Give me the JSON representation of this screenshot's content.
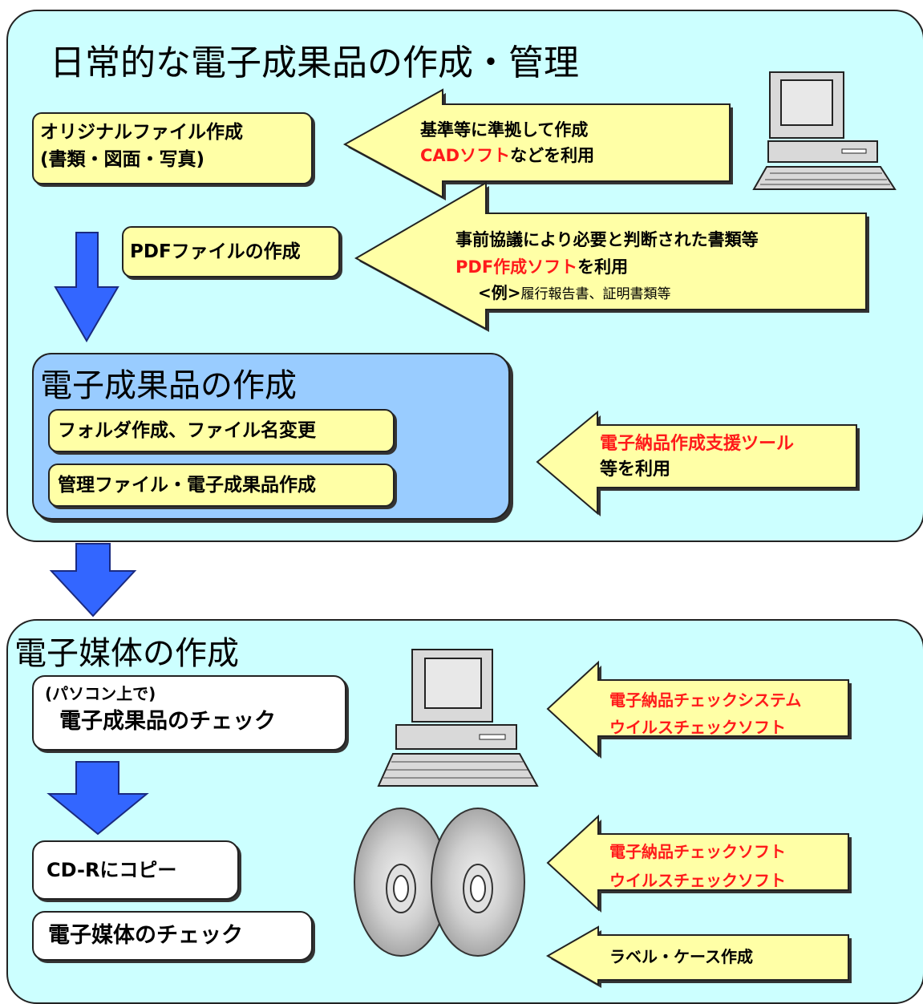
{
  "section1": {
    "title": "日常的な電子成果品の作成・管理",
    "original_file_box": {
      "line1": "オリジナルファイル作成",
      "line2": "(書類・図面・写真)"
    },
    "arrow1": {
      "line1": "基準等に準拠して作成",
      "line2_red": "CADソフト",
      "line2_rest": "などを利用"
    },
    "pdf_box": "PDFファイルの作成",
    "arrow2": {
      "line1": "事前協議により必要と判断された書類等",
      "line2_red": "PDF作成ソフト",
      "line2_rest": "を利用",
      "example_tag": "<例>",
      "example_text": "履行報告書、証明書類等"
    },
    "deliverable_panel": {
      "title": "電子成果品の作成",
      "item1": "フォルダ作成、ファイル名変更",
      "item2": "管理ファイル・電子成果品作成"
    },
    "arrow3": {
      "line1_red": "電子納品作成支援ツール",
      "line2": "等を利用"
    }
  },
  "section2": {
    "title": "電子媒体の作成",
    "check_box": {
      "line1": "(パソコン上で)",
      "line2": "電子成果品のチェック"
    },
    "copy_box": "CD-Rにコピー",
    "media_check_box": "電子媒体のチェック",
    "arrow4": {
      "line1": "電子納品チェックシステム",
      "line2": "ウイルスチェックソフト"
    },
    "arrow5": {
      "line1": "電子納品チェックソフト",
      "line2": "ウイルスチェックソフト"
    },
    "arrow6": {
      "line1": "ラベル・ケース作成"
    }
  },
  "colors": {
    "panel_bg": "#ccffff",
    "yellow": "#ffffa6",
    "blue_arrow": "#3366ff",
    "deliverable_bg": "#99ccff",
    "red_text": "#ff1a1a"
  },
  "icons": [
    "computer-icon",
    "cd-disc-icon",
    "down-arrow-icon",
    "left-arrow-icon"
  ]
}
